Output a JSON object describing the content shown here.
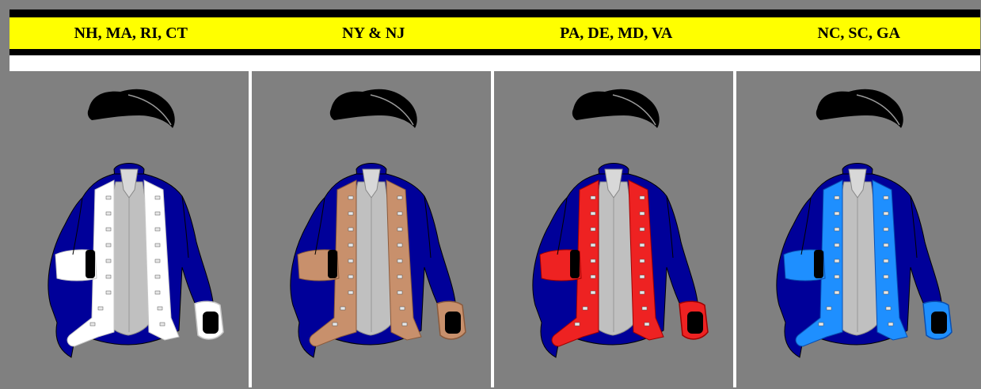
{
  "regions": [
    {
      "label": "NH, MA, RI, CT",
      "facing": "#ffffff",
      "edge": "#c8c8c8"
    },
    {
      "label": "NY & NJ",
      "facing": "#c8906c",
      "edge": "#8a5a3c"
    },
    {
      "label": "PA, DE, MD, VA",
      "facing": "#ee2222",
      "edge": "#a00000"
    },
    {
      "label": "NC, SC, GA",
      "facing": "#1e8fff",
      "edge": "#0a4fb0"
    }
  ],
  "colors": {
    "coat": "#000099",
    "waistcoat": "#c0c0c0",
    "hat": "#000000",
    "header": "#ffff00",
    "background": "#808080"
  },
  "icons": [
    "tricorn-hat-icon",
    "continental-coat-icon"
  ]
}
